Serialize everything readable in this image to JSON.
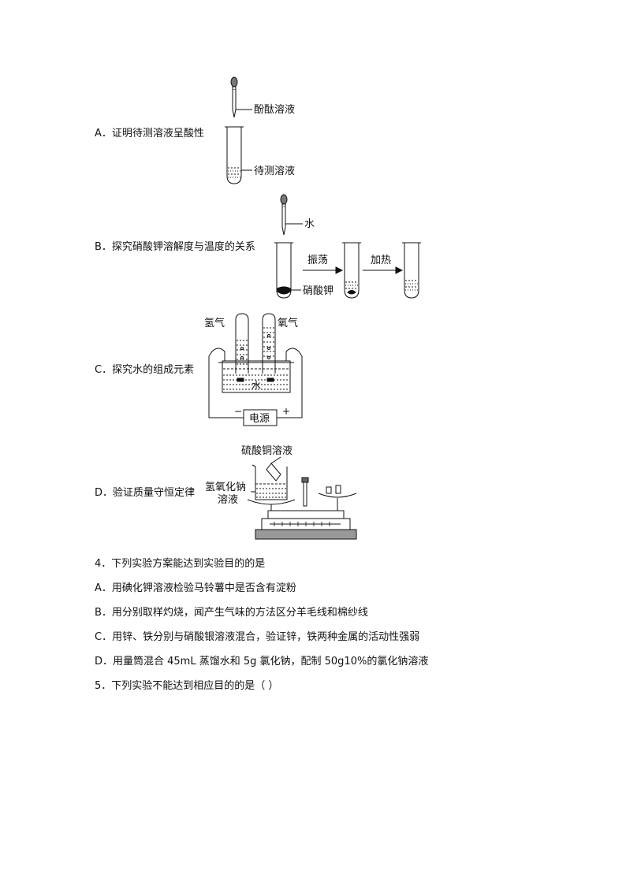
{
  "options_q3": [
    {
      "letter": "A．",
      "text": "证明待测溶液呈酸性"
    },
    {
      "letter": "B．",
      "text": "探究硝酸钾溶解度与温度的关系"
    },
    {
      "letter": "C．",
      "text": "探究水的组成元素"
    },
    {
      "letter": "D．",
      "text": "验证质量守恒定律"
    }
  ],
  "figA": {
    "dropper_label": "酚酞溶液",
    "tube_label": "待测溶液"
  },
  "figB": {
    "water_label": "水",
    "step1_label": "振荡",
    "step2_label": "加热",
    "solid_label": "硝酸钾"
  },
  "figC": {
    "left_gas": "氢气",
    "right_gas": "氧气",
    "water": "水",
    "power": "电源",
    "minus": "−",
    "plus": "+"
  },
  "figD": {
    "top_label": "硫酸铜溶液",
    "side_label_1": "氢氧化钠",
    "side_label_2": "溶液"
  },
  "q4": {
    "stem": "4．下列实验方案能达到实验目的的是",
    "options": [
      "A．用碘化钾溶液检验马铃薯中是否含有淀粉",
      "B．用分别取样灼烧，闻产生气味的方法区分羊毛线和棉纱线",
      "C．用锌、铁分别与硝酸银溶液混合，验证锌，铁两种金属的活动性强弱",
      "D．用量筒混合 45mL 蒸馏水和 5g 氯化钠，配制 50g10%的氯化钠溶液"
    ]
  },
  "q5": {
    "stem": "5．下列实验不能达到相应目的的是（ ）"
  }
}
